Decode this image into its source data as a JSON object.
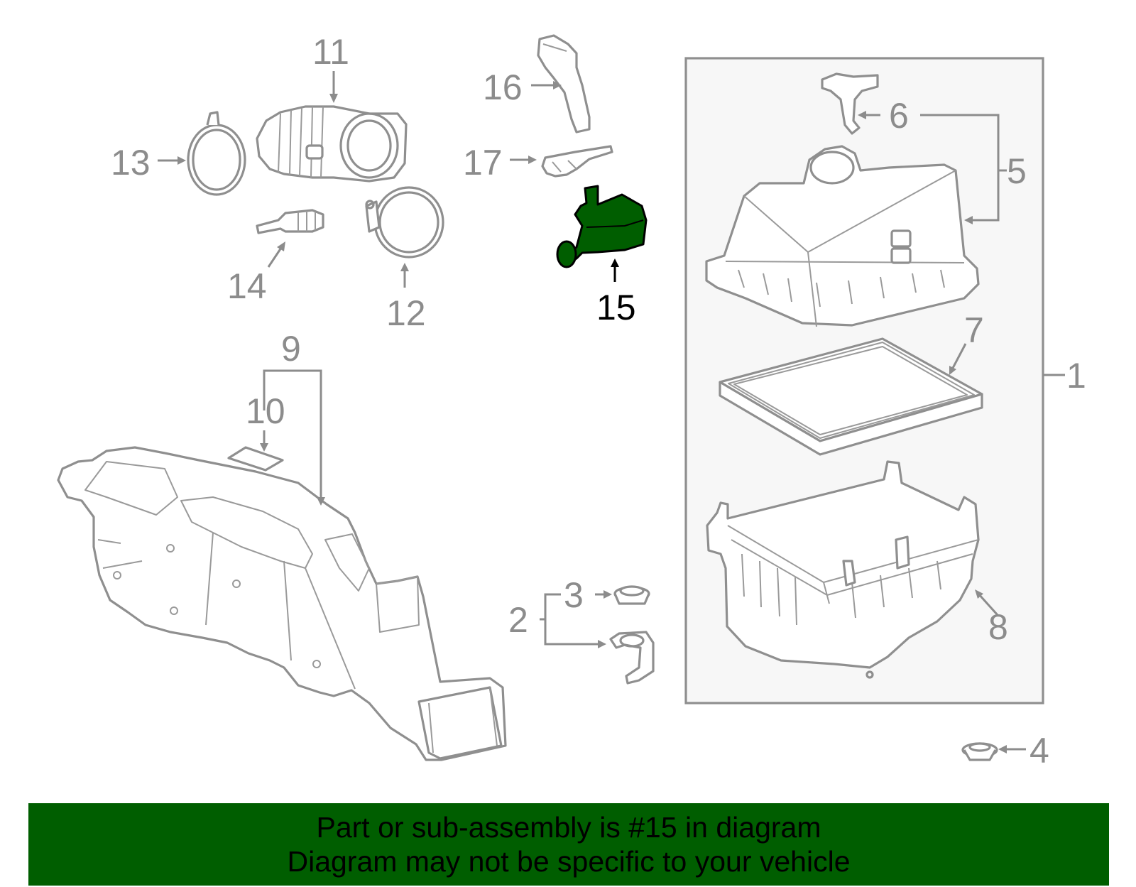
{
  "diagram": {
    "callouts": [
      {
        "id": "1",
        "label": "1",
        "highlighted": false
      },
      {
        "id": "2",
        "label": "2",
        "highlighted": false
      },
      {
        "id": "3",
        "label": "3",
        "highlighted": false
      },
      {
        "id": "4",
        "label": "4",
        "highlighted": false
      },
      {
        "id": "5",
        "label": "5",
        "highlighted": false
      },
      {
        "id": "6",
        "label": "6",
        "highlighted": false
      },
      {
        "id": "7",
        "label": "7",
        "highlighted": false
      },
      {
        "id": "8",
        "label": "8",
        "highlighted": false
      },
      {
        "id": "9",
        "label": "9",
        "highlighted": false
      },
      {
        "id": "10",
        "label": "10",
        "highlighted": false
      },
      {
        "id": "11",
        "label": "11",
        "highlighted": false
      },
      {
        "id": "12",
        "label": "12",
        "highlighted": false
      },
      {
        "id": "13",
        "label": "13",
        "highlighted": false
      },
      {
        "id": "14",
        "label": "14",
        "highlighted": false
      },
      {
        "id": "15",
        "label": "15",
        "highlighted": true
      },
      {
        "id": "16",
        "label": "16",
        "highlighted": false
      },
      {
        "id": "17",
        "label": "17",
        "highlighted": false
      }
    ],
    "highlight_color": "#005e00",
    "line_color": "#8c8c8c",
    "assembly_box_color": "#f7f7f7"
  },
  "footer": {
    "line1": "Part or sub-assembly is #15 in diagram",
    "line2": "Diagram may not be specific to your vehicle",
    "background": "#005e00"
  }
}
